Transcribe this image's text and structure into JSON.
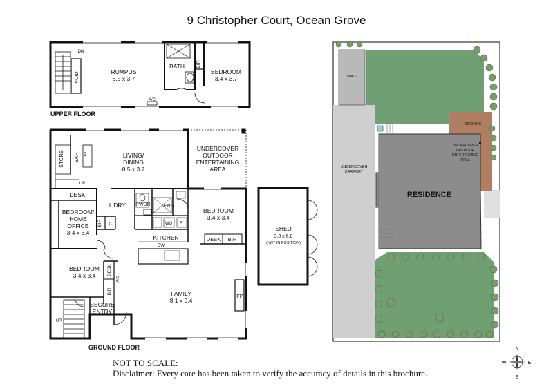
{
  "title": "9 Christopher Court, Ocean Grove",
  "upper_floor": {
    "label": "UPPER FLOOR",
    "rooms": {
      "rumpus": {
        "name": "RUMPUS",
        "size": "8.5 x 3.7"
      },
      "bath": "BATH",
      "bir": "BIR",
      "bedroom": {
        "name": "BEDROOM",
        "size": "3.4 x 3.7"
      },
      "void": "VOID",
      "dn": "DN",
      "ac": "A/C"
    }
  },
  "ground_floor": {
    "label": "GROUND FLOOR",
    "rooms": {
      "store": "STORE",
      "bar": "BAR",
      "ac_living": "A/C",
      "up": "UP",
      "living": {
        "name": "LIVING/",
        "name2": "DINING",
        "size": "8.5 x 3.7"
      },
      "undercover": {
        "line1": "UNDERCOVER",
        "line2": "OUTDOOR",
        "line3": "ENTERTAINING",
        "line4": "AREA"
      },
      "desk_top": "DESK",
      "bedroom_office": {
        "line1": "BEDROOM/",
        "line2": "HOME",
        "line3": "OFFICE",
        "size": "3.4 x 3.4"
      },
      "ldry": "L'DRY",
      "pwdr": "PWDR",
      "ens": "ENS",
      "bedroom_right": {
        "name": "BEDROOM",
        "size": "3.4 x 3.4"
      },
      "bir_office": "BIR",
      "c": "C",
      "wo": "WO",
      "p": "P",
      "kitchen": "KITCHEN",
      "desk_right": "DESK",
      "bir_right": "BIR",
      "dw": "DW",
      "bedroom_left": {
        "name": "BEDROOM",
        "size": "3.4 x 3.4"
      },
      "desk_vert": "DESK",
      "bir_vert": "BIR",
      "ac_vert": "A/C",
      "family": {
        "name": "FAMILY",
        "size": "8.1 x 9.4"
      },
      "fp": "FP",
      "secure_entry": {
        "line1": "SECURE",
        "line2": "ENTRY"
      },
      "up_entry": "UP"
    }
  },
  "shed_detached": {
    "name": "SHED",
    "size": "3.0 x 6.0",
    "note": "(NOT IN POSITION)"
  },
  "site_plan": {
    "shed": "SHED",
    "decking": "DECKING",
    "undercover": {
      "line1": "UNDERCOVER",
      "line2": "OUTDOOR",
      "line3": "ENTERTAINING",
      "line4": "AREA"
    },
    "carport": {
      "line1": "UNDERCOVER",
      "line2": "CARPORT"
    },
    "residence": "RESIDENCE"
  },
  "footer": {
    "line1": "NOT TO SCALE:",
    "line2": "Disclaimer: Every care has been taken to verify the accuracy of details in this brochure."
  },
  "compass": {
    "n": "N",
    "e": "E",
    "s": "S",
    "w": "W"
  },
  "colors": {
    "lawn": "#6f9f72",
    "concrete": "#cfcfcf",
    "residence": "#8c8c8c",
    "deck": "#b07e62",
    "tree": "#7a9c6a"
  }
}
